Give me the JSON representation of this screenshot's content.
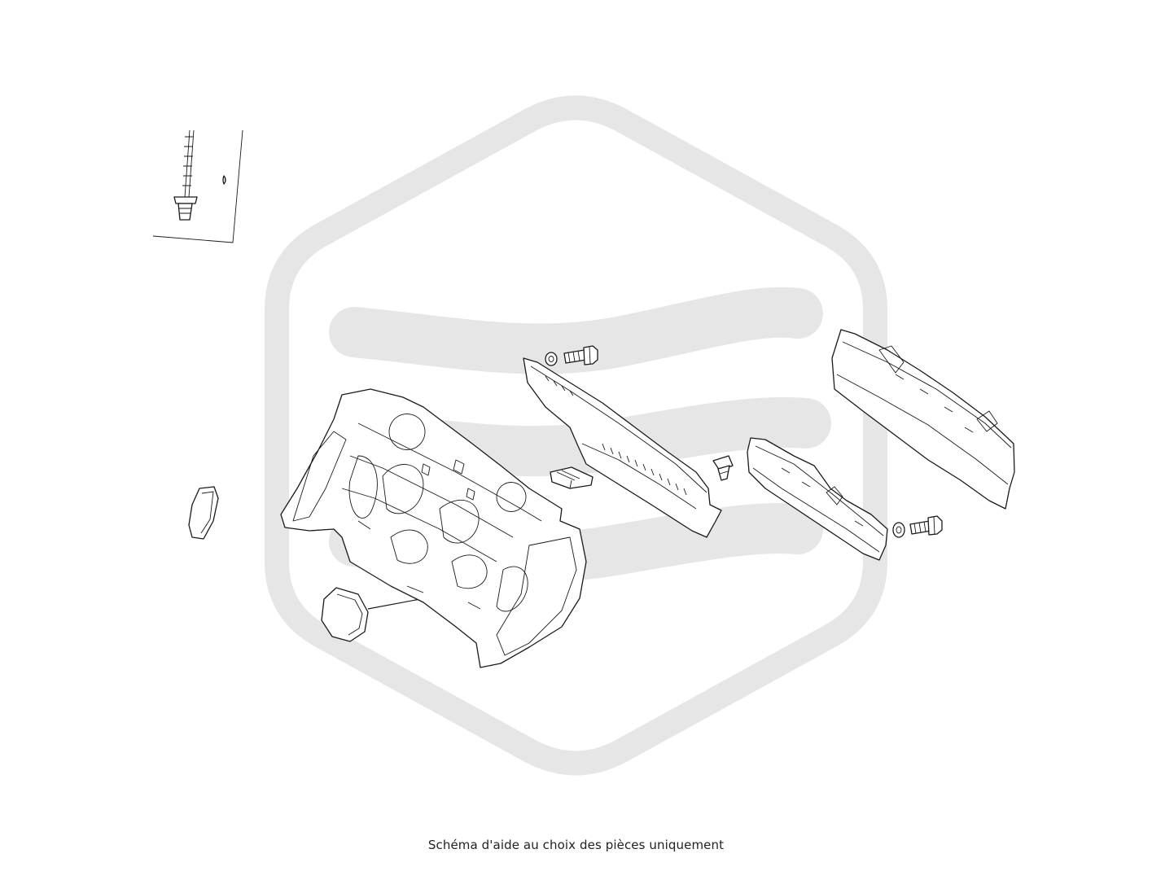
{
  "caption": "Schéma d'aide au choix des pièces uniquement",
  "colors": {
    "background": "#ffffff",
    "watermark": "#e6e6e6",
    "line_art": "#1a1a1a",
    "caption_text": "#222222"
  },
  "watermark": {
    "icon": "hexagon-waves-logo"
  },
  "parts": [
    {
      "id": "rivet-bolt",
      "icon": "rivet-bolt-icon"
    },
    {
      "id": "small-plug-cover",
      "icon": "plug-cover-icon"
    },
    {
      "id": "round-plug-cover",
      "icon": "plug-cover-icon"
    },
    {
      "id": "rear-panel-assembly",
      "icon": "rear-panel-icon"
    },
    {
      "id": "upper-cross-member",
      "icon": "cross-member-icon"
    },
    {
      "id": "washer-left",
      "icon": "washer-icon"
    },
    {
      "id": "bolt-left",
      "icon": "bolt-icon"
    },
    {
      "id": "small-bracket",
      "icon": "bracket-icon"
    },
    {
      "id": "push-clip",
      "icon": "clip-icon"
    },
    {
      "id": "lower-reinforcement",
      "icon": "reinforcement-icon"
    },
    {
      "id": "washer-right",
      "icon": "washer-icon"
    },
    {
      "id": "bolt-right",
      "icon": "bolt-icon"
    },
    {
      "id": "rear-sill-panel",
      "icon": "sill-panel-icon"
    }
  ]
}
